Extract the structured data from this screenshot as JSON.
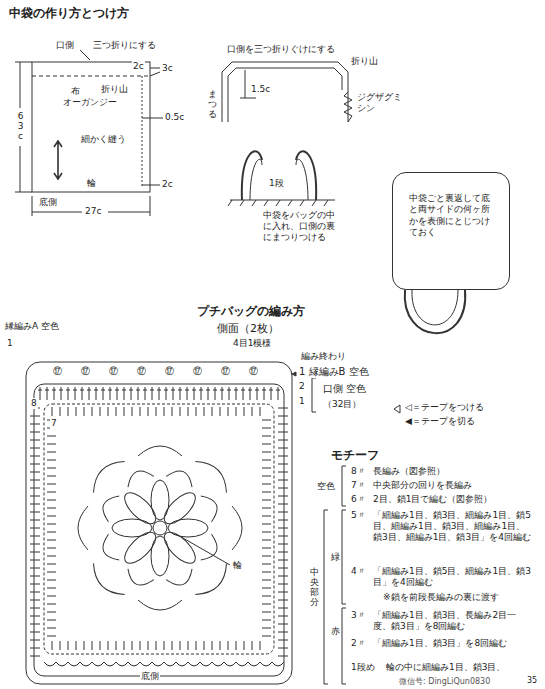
{
  "diagram": {
    "title": "中袋の作り方とつけ方",
    "nodes": [
      {
        "text": [
          "布",
          "オーガンジー"
        ]
      },
      {
        "text": [
          "中袋ごと裏返して底と両サイドの何ヶ所かを表側にとじつけておく"
        ]
      }
    ],
    "labels": [
      "口側",
      "三つ折りにする",
      "2c",
      "3c",
      "折り山",
      "0.5c",
      "細かく縫う",
      "輪",
      "2c",
      "底側",
      "27c",
      "63c",
      "口側を三つ折りぐけにする",
      "折り山",
      "まつる",
      "1.5c",
      "ジグザグミシン",
      "1段",
      "中袋をバッグの中に入れ、口側の裏にまつりつける",
      "プチバッグの編み方",
      "側面（2枚）",
      "縁編みA 空色",
      "1",
      "4目1模様",
      "編み終わり",
      "1 縁編みB 空色",
      "2",
      "1",
      "口側 空色",
      "（32目）",
      "◁＝テープをつける",
      "◀＝テープを切る",
      "8",
      "7",
      "輪",
      "底側",
      "モチーフ",
      "空色",
      "8〃",
      "長編み（図参照）",
      "7〃",
      "中央部分の回りを長編み",
      "6〃",
      "2目、鎖1目で編む（図参照）",
      "緑",
      "5〃",
      "「細編み1目、鎖3目、細編み1目、鎖5目、細編み1目、鎖3目、細編み1目、鎖3目、細編み1目、鎖3目」を4回編む",
      "4〃",
      "「細編み1目、鎖5目、細編み1目、鎖3目」を4回編む",
      "※鎖を前段長編みの裏に渡す",
      "赤",
      "3〃",
      "「細編み1目、鎖3目、長編み2目一度、鎖3目」を8回編む",
      "2〃",
      "「細編み1目、鎖3目」を8回編む",
      "1段め",
      "輪の中に細編み1目、鎖3目、",
      "中央部分",
      "微信号: DingLiQun0830",
      "35",
      "⑰",
      "⑰",
      "⑰",
      "⑰",
      "⑰",
      "⑰",
      "⑰",
      "⑰"
    ]
  }
}
